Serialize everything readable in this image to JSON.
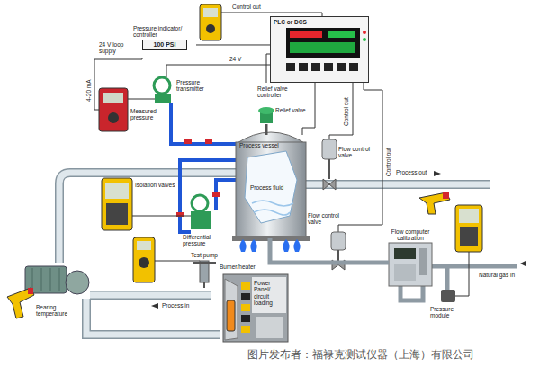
{
  "diagram": {
    "nodes": [
      {
        "text": [
          "PLC or DCS"
        ]
      },
      {
        "text": [
          "Pressure indicator/ controller",
          "100 PSI"
        ]
      },
      {
        "text": [
          "Process vessel"
        ]
      },
      {
        "text": [
          "Flow computer calibration"
        ]
      },
      {
        "text": [
          "Power Panel/ circuit loading"
        ]
      }
    ],
    "edges": [
      {
        "from": 1,
        "to": 0,
        "arrow": "none"
      },
      {
        "from": 0,
        "to": 2,
        "arrow": "none"
      },
      {
        "from": 3,
        "to": 2,
        "arrow": "none"
      }
    ],
    "labels": [
      "Control out",
      "24 V loop supply",
      "4-20 mA",
      "24 V",
      "Pressure transmitter",
      "Measured pressure",
      "Relief valve controller",
      "Relief valve",
      "Control out",
      "Control out",
      "Flow control valve",
      "Process out",
      "Process fluid",
      "Isolation valves",
      "Differential pressure",
      "Flow control valve",
      "Test pump",
      "Burner/heater",
      "Natural gas in",
      "Pressure module",
      "Process in",
      "Bearing temperature",
      "图片发布者：福禄克测试仪器（上海）有限公司"
    ]
  }
}
